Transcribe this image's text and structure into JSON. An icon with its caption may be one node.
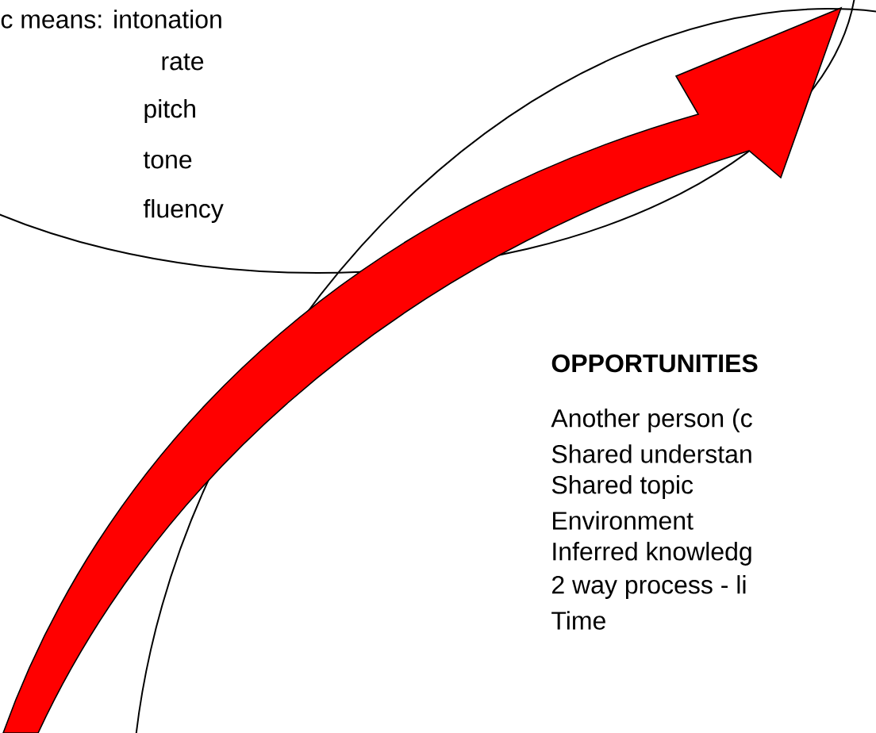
{
  "diagram": {
    "nodes": [
      {
        "text": [
          "c means: intonation",
          "rate",
          "pitch",
          "tone",
          "fluency"
        ]
      },
      {
        "text": [
          "OPPORTUNITIES",
          "Another person (c",
          "Shared understan",
          "Shared topic",
          "Environment",
          "Inferred knowledg",
          "2 way process - li",
          "Time"
        ]
      }
    ]
  }
}
